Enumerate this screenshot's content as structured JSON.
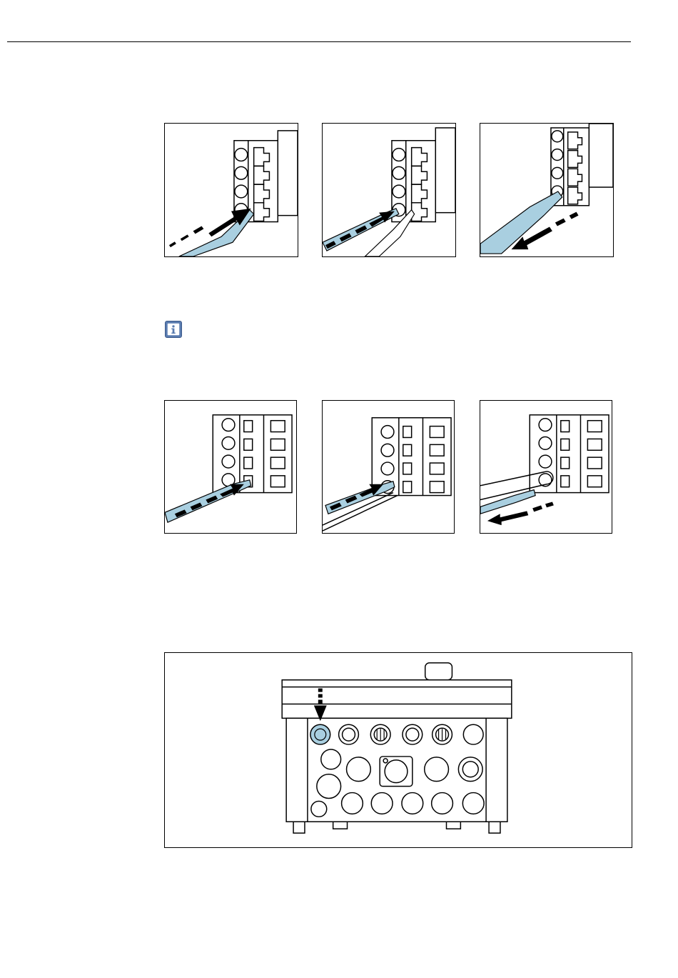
{
  "colors": {
    "accent_blue": "#a9cfe0",
    "line": "#000000",
    "info_icon": "#5a7cb0"
  },
  "icons": {
    "info": "info-icon"
  },
  "figures": [
    {
      "name": "figure-insert-screwdriver-4pin"
    },
    {
      "name": "figure-insert-wire-4pin"
    },
    {
      "name": "figure-remove-screwdriver-4pin"
    },
    {
      "name": "figure-insert-screwdriver-8pin"
    },
    {
      "name": "figure-insert-wire-8pin"
    },
    {
      "name": "figure-remove-screwdriver-8pin"
    },
    {
      "name": "figure-housing-cable-glands"
    }
  ]
}
